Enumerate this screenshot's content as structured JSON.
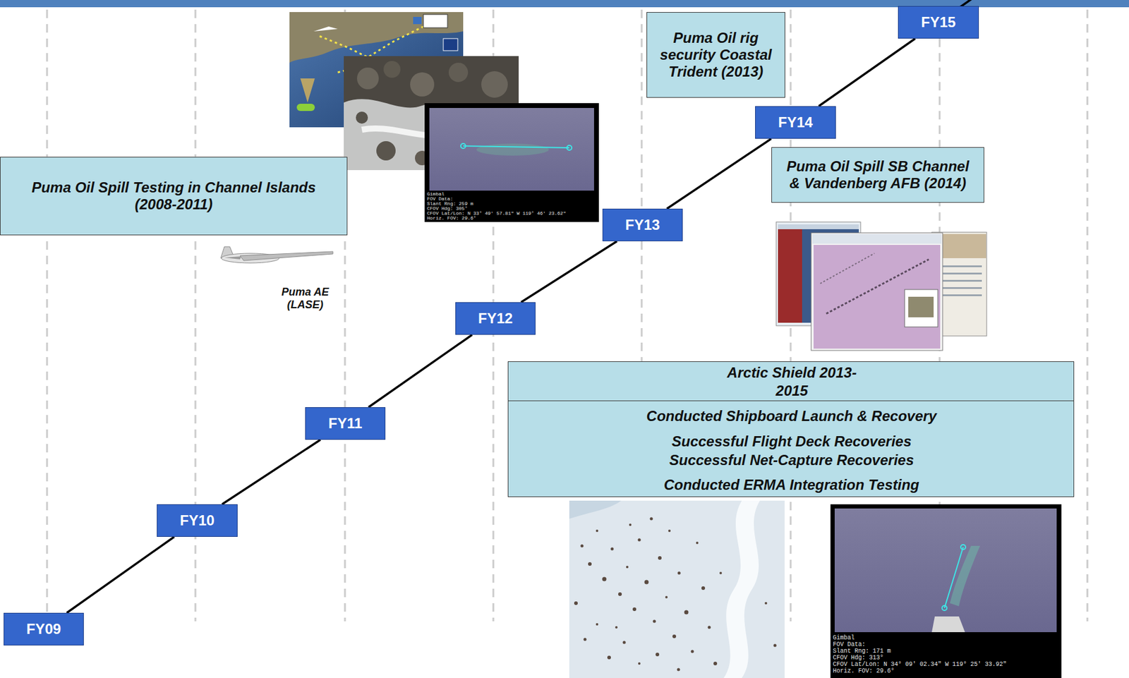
{
  "diagram": {
    "nodes": [
      {
        "text": [
          "Puma Oil Spill Testing in Channel Islands (2008-2011)"
        ]
      },
      {
        "text": [
          "Puma Oil rig security Coastal Trident (2013)"
        ]
      },
      {
        "text": [
          "Puma Oil Spill SB Channel & Vandenberg AFB (2014)"
        ]
      },
      {
        "text": [
          "Arctic Shield 2013-2015",
          "Conducted Shipboard Launch & Recovery",
          "Successful Flight Deck Recoveries",
          "Successful Net-Capture Recoveries",
          "Conducted ERMA Integration Testing"
        ]
      },
      {
        "text": [
          "FY09"
        ]
      },
      {
        "text": [
          "FY10"
        ]
      },
      {
        "text": [
          "FY11"
        ]
      },
      {
        "text": [
          "FY12"
        ]
      },
      {
        "text": [
          "FY13"
        ]
      },
      {
        "text": [
          "FY14"
        ]
      },
      {
        "text": [
          "FY15"
        ]
      }
    ],
    "edges": [
      {
        "from": 4,
        "to": 5,
        "arrow": "none"
      },
      {
        "from": 5,
        "to": 6,
        "arrow": "none"
      },
      {
        "from": 6,
        "to": 7,
        "arrow": "none"
      },
      {
        "from": 7,
        "to": 8,
        "arrow": "none"
      },
      {
        "from": 8,
        "to": 9,
        "arrow": "none"
      },
      {
        "from": 9,
        "to": 10,
        "arrow": "none"
      }
    ],
    "labels": [
      "Puma AE (LASE)",
      "Gimbal",
      "FOV Data:",
      "Slant Rng: 259 m",
      "CFOV Hdg: 305°",
      "CFOV Lat/Lon: N 33° 49' 57.81\" W 119° 46' 23.62\"",
      "Horiz. FOV: 29.6°",
      "Gimbal",
      "FOV Data:",
      "Slant Rng: 171 m",
      "CFOV Hdg: 313°",
      "CFOV Lat/Lon: N 34° 09' 02.34\" W 119° 25' 33.92\"",
      "Horiz. FOV: 29.6°"
    ]
  }
}
